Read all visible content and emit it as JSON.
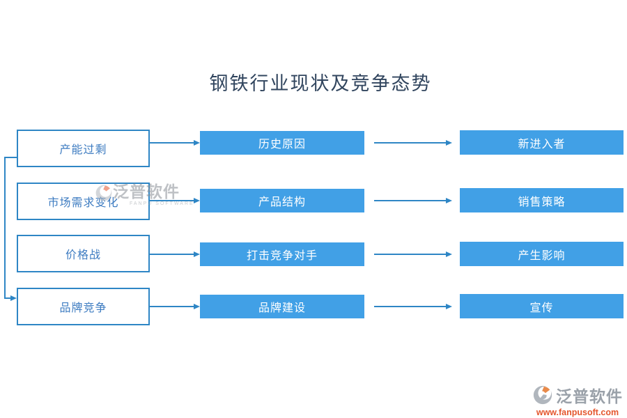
{
  "title": "钢铁行业现状及竞争态势",
  "rows": [
    {
      "left": "产能过剩",
      "middle": "历史原因",
      "right": "新进入者"
    },
    {
      "left": "市场需求变化",
      "middle": "产品结构",
      "right": "销售策略"
    },
    {
      "left": "价格战",
      "middle": "打击竞争对手",
      "right": "产生影响"
    },
    {
      "left": "品牌竞争",
      "middle": "品牌建设",
      "right": "宣传"
    }
  ],
  "watermark": {
    "text": "泛普软件",
    "subtext": "FANPU SOFTWARE"
  },
  "brand": {
    "name": "泛普软件",
    "url": "www.fanpusoft.com"
  },
  "colors": {
    "box_fill": "#41a0e6",
    "box_border": "#2e86c5",
    "arrow": "#2e86c5",
    "left_text": "#3e7cc1",
    "title_text": "#31455e",
    "brand_gray": "#9aa1a9",
    "brand_orange": "#e4572e"
  }
}
